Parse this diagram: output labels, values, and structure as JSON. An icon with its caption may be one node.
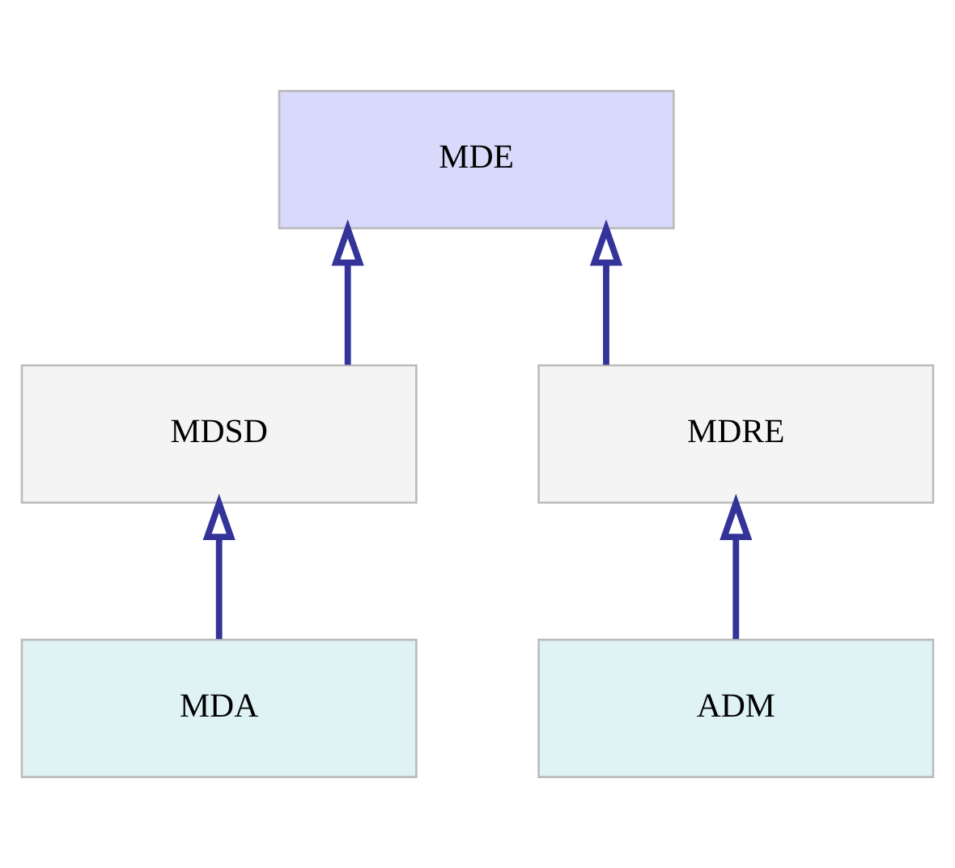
{
  "diagram": {
    "nodes": [
      {
        "text": [
          "MDE"
        ]
      },
      {
        "text": [
          "MDSD"
        ]
      },
      {
        "text": [
          "MDRE"
        ]
      },
      {
        "text": [
          "MDA"
        ]
      },
      {
        "text": [
          "ADM"
        ]
      }
    ],
    "edges": [
      {
        "from": 1,
        "to": 0,
        "arrow": "to"
      },
      {
        "from": 2,
        "to": 0,
        "arrow": "to"
      },
      {
        "from": 3,
        "to": 1,
        "arrow": "to"
      },
      {
        "from": 4,
        "to": 2,
        "arrow": "to"
      }
    ]
  }
}
